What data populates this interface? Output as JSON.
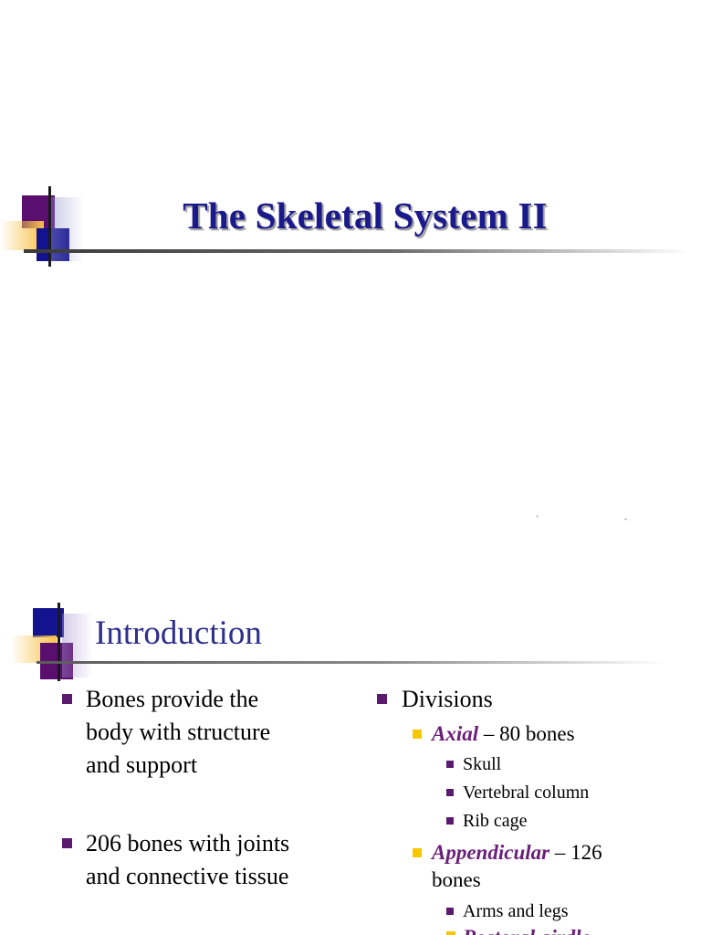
{
  "slide1": {
    "title": "The Skeletal System II",
    "specks": [
      "'",
      "-"
    ]
  },
  "slide2": {
    "title": "Introduction",
    "left_bullets": [
      {
        "lines": [
          "Bones provide the",
          "body with structure",
          "and support"
        ]
      },
      {
        "lines": [
          "206 bones with joints",
          "and connective tissue"
        ]
      }
    ],
    "right": {
      "heading": "Divisions",
      "axial": {
        "term": "Axial",
        "rest": " – 80 bones",
        "items": [
          "Skull",
          "Vertebral column",
          "Rib cage"
        ]
      },
      "appendicular": {
        "term": "Appendicular",
        "rest_line1": " – 126",
        "rest_line2": "bones",
        "items": [
          "Arms and legs"
        ],
        "next_term_partial": "Pectoral girdle"
      }
    }
  },
  "colors": {
    "title_blue": "#1a1a8c",
    "bullet_purple": "#5a1a6e",
    "bullet_yellow": "#f7c700",
    "emphasis_purple": "#6b1d7a",
    "deco_navy": "#13138f",
    "deco_purple": "#5a0f6e",
    "deco_gold": "#f7c24a"
  }
}
